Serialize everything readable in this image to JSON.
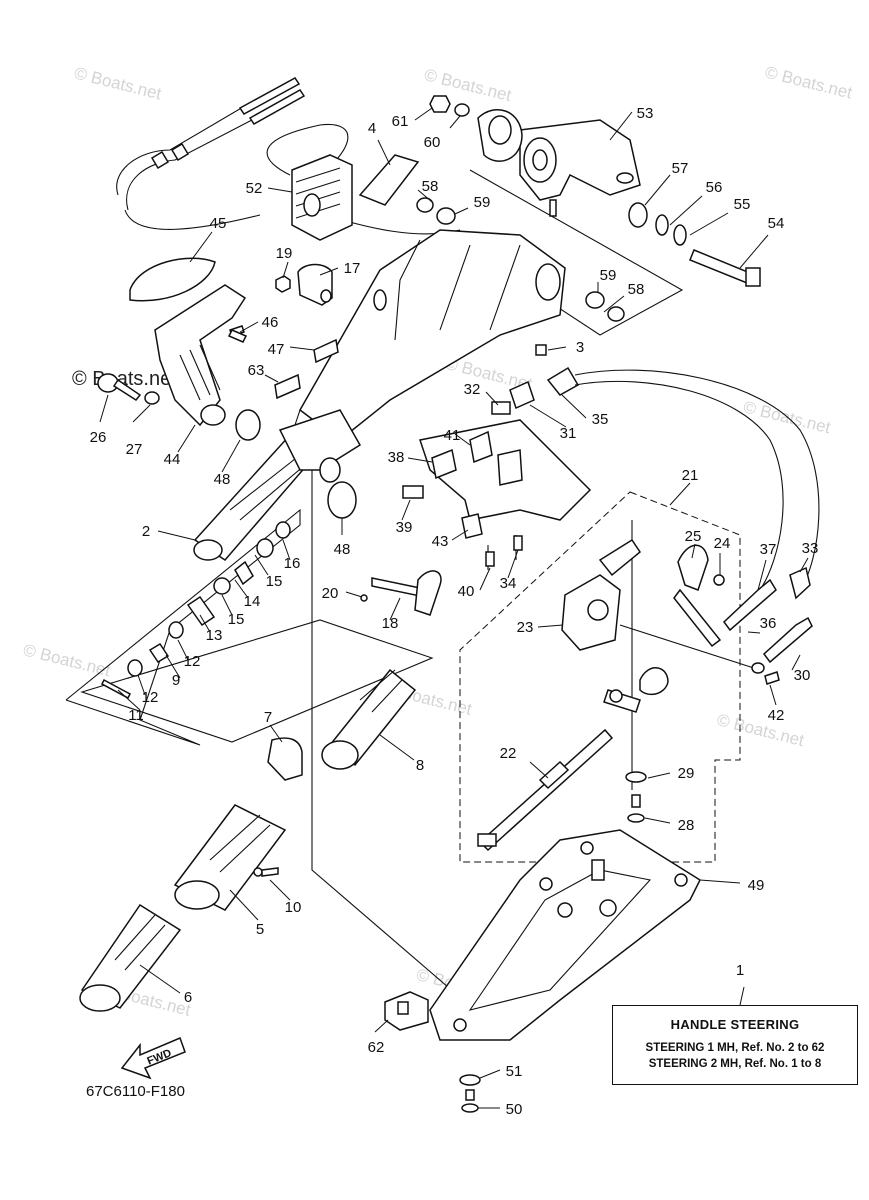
{
  "diagram_code": "67C6110-F180",
  "watermark": "© Boats.net",
  "fwd_label": "FWD",
  "reference_box": {
    "title": "HANDLE STEERING",
    "lines": [
      "STEERING 1 MH,  Ref. No. 2 to 62",
      "STEERING 2 MH,  Ref. No. 1 to 8"
    ]
  },
  "callouts": [
    "1",
    "2",
    "3",
    "4",
    "5",
    "6",
    "7",
    "8",
    "9",
    "10",
    "11",
    "12",
    "12",
    "13",
    "14",
    "15",
    "15",
    "16",
    "17",
    "18",
    "19",
    "20",
    "21",
    "22",
    "23",
    "24",
    "25",
    "26",
    "27",
    "28",
    "29",
    "30",
    "31",
    "32",
    "33",
    "34",
    "35",
    "36",
    "37",
    "38",
    "39",
    "40",
    "41",
    "42",
    "43",
    "44",
    "45",
    "46",
    "47",
    "48",
    "48",
    "49",
    "50",
    "51",
    "52",
    "53",
    "54",
    "55",
    "56",
    "57",
    "58",
    "58",
    "59",
    "59",
    "60",
    "61",
    "62",
    "63"
  ]
}
